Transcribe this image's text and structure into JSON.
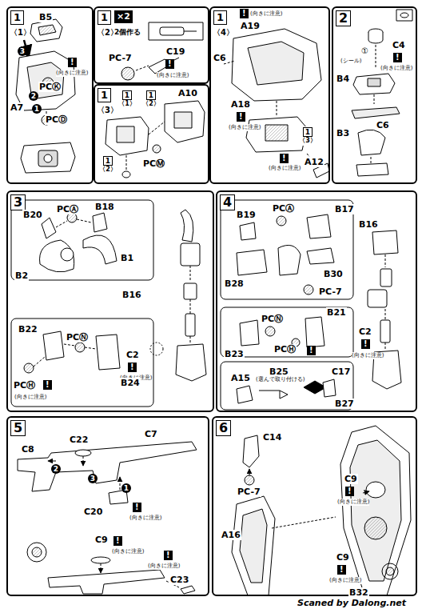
{
  "diagram": {
    "nodes": [
      {
        "text": [
          "1",
          "〈1〉"
        ]
      },
      {
        "text": [
          "1",
          "×2",
          "〈2〉",
          "2個作る"
        ]
      },
      {
        "text": [
          "1",
          "〈3〉"
        ]
      },
      {
        "text": [
          "1",
          "〈1〉"
        ],
        "in": 2
      },
      {
        "text": [
          "1",
          "〈2〉"
        ],
        "in": 2
      },
      {
        "text": [
          "1",
          "〈2〉"
        ],
        "in": 2
      },
      {
        "text": [
          "1",
          "〈4〉"
        ]
      },
      {
        "text": [
          "1",
          "〈3〉"
        ],
        "in": 6
      },
      {
        "text": [
          "2"
        ]
      },
      {
        "text": [
          "3"
        ]
      },
      {
        "text": [
          "4"
        ]
      },
      {
        "text": [
          "5"
        ]
      },
      {
        "text": [
          "6"
        ]
      }
    ],
    "labels": [
      "B5",
      "3",
      "!",
      "(向きに注意)",
      "PCⓀ",
      "2",
      "1",
      "A7",
      "PCⒹ",
      "PC-7",
      "C19",
      "!",
      "(向きに注意)",
      "A10",
      "PCⓂ",
      "!",
      "(向きに注意)",
      "A19",
      "C6",
      "A18",
      "!",
      "(向きに注意)",
      "!",
      "(向きに注意)",
      "A12",
      "①",
      "(シール)",
      "C4",
      "!",
      "(向きに注意)",
      "B4",
      "C6",
      "B3",
      "B20",
      "PCⒶ",
      "B18",
      "B1",
      "B2",
      "B16",
      "C2",
      "!",
      "(向きに注意)",
      "B22",
      "PCⓃ",
      "B24",
      "PCⒽ",
      "!",
      "(向きに注意)",
      "B19",
      "PCⒶ",
      "B17",
      "B28",
      "B30",
      "PC-7",
      "B16",
      "C2",
      "!",
      "(向きに注意)",
      "B23",
      "PCⓃ",
      "B21",
      "PCⒽ",
      "!",
      "A15",
      "B25",
      "C17",
      "(選んで取り付ける)",
      "B27",
      "C8",
      "C22",
      "C7",
      "2",
      "3",
      "1",
      "C20",
      "!",
      "(向きに注意)",
      "C9",
      "!",
      "(向きに注意)",
      "!",
      "(向きに注意)",
      "C23",
      "C14",
      "PC-7",
      "A16",
      "C9",
      "!",
      "(向きに注意)",
      "C9",
      "!",
      "(向きに注意)",
      "B32",
      "Scaned by Dalong.net"
    ]
  }
}
